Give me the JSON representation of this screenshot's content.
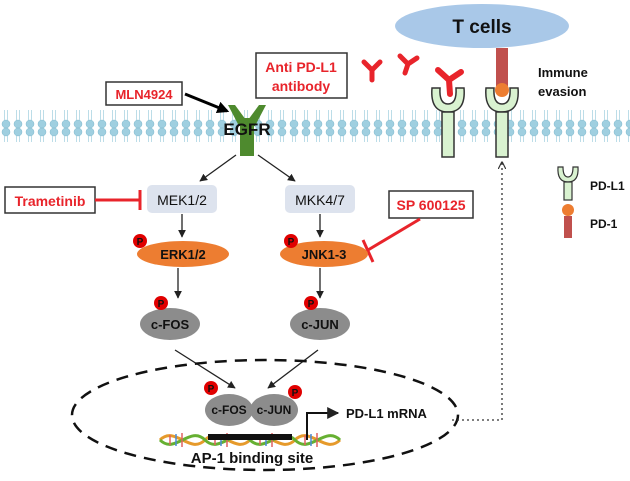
{
  "diagram": {
    "tcells": "T cells",
    "immune_evasion_line1": "Immune",
    "immune_evasion_line2": "evasion",
    "anti_pdl1_line1": "Anti PD-L1",
    "anti_pdl1_line2": "antibody",
    "mln4924": "MLN4924",
    "egfr": "EGFR",
    "trametinib": "Trametinib",
    "mek": "MEK1/2",
    "mkk": "MKK4/7",
    "sp600125": "SP 600125",
    "erk": "ERK1/2",
    "jnk": "JNK1-3",
    "cfos": "c-FOS",
    "cjun": "c-JUN",
    "complex_cfos": "c-FOS",
    "complex_cjun": "c-JUN",
    "pdl1_mrna": "PD-L1 mRNA",
    "ap1_site": "AP-1 binding site",
    "phospho": "P",
    "legend_pdl1": "PD-L1",
    "legend_pd1": "PD-1"
  },
  "colors": {
    "membrane_blue": "#9fcfe0",
    "inhibitor_red": "#e8242b",
    "kinase_box": "#dde3ee",
    "kinase_oval": "#ed7d31",
    "tf_oval": "#8c8c8c",
    "phospho_red": "#e00000",
    "pdl1_green": "#d9f2d0",
    "pd1_orange": "#ed7d31",
    "pd1_stem": "#c0504d",
    "tcell_blue": "#a9c8e8",
    "egfr_green": "#4e8a2e"
  }
}
